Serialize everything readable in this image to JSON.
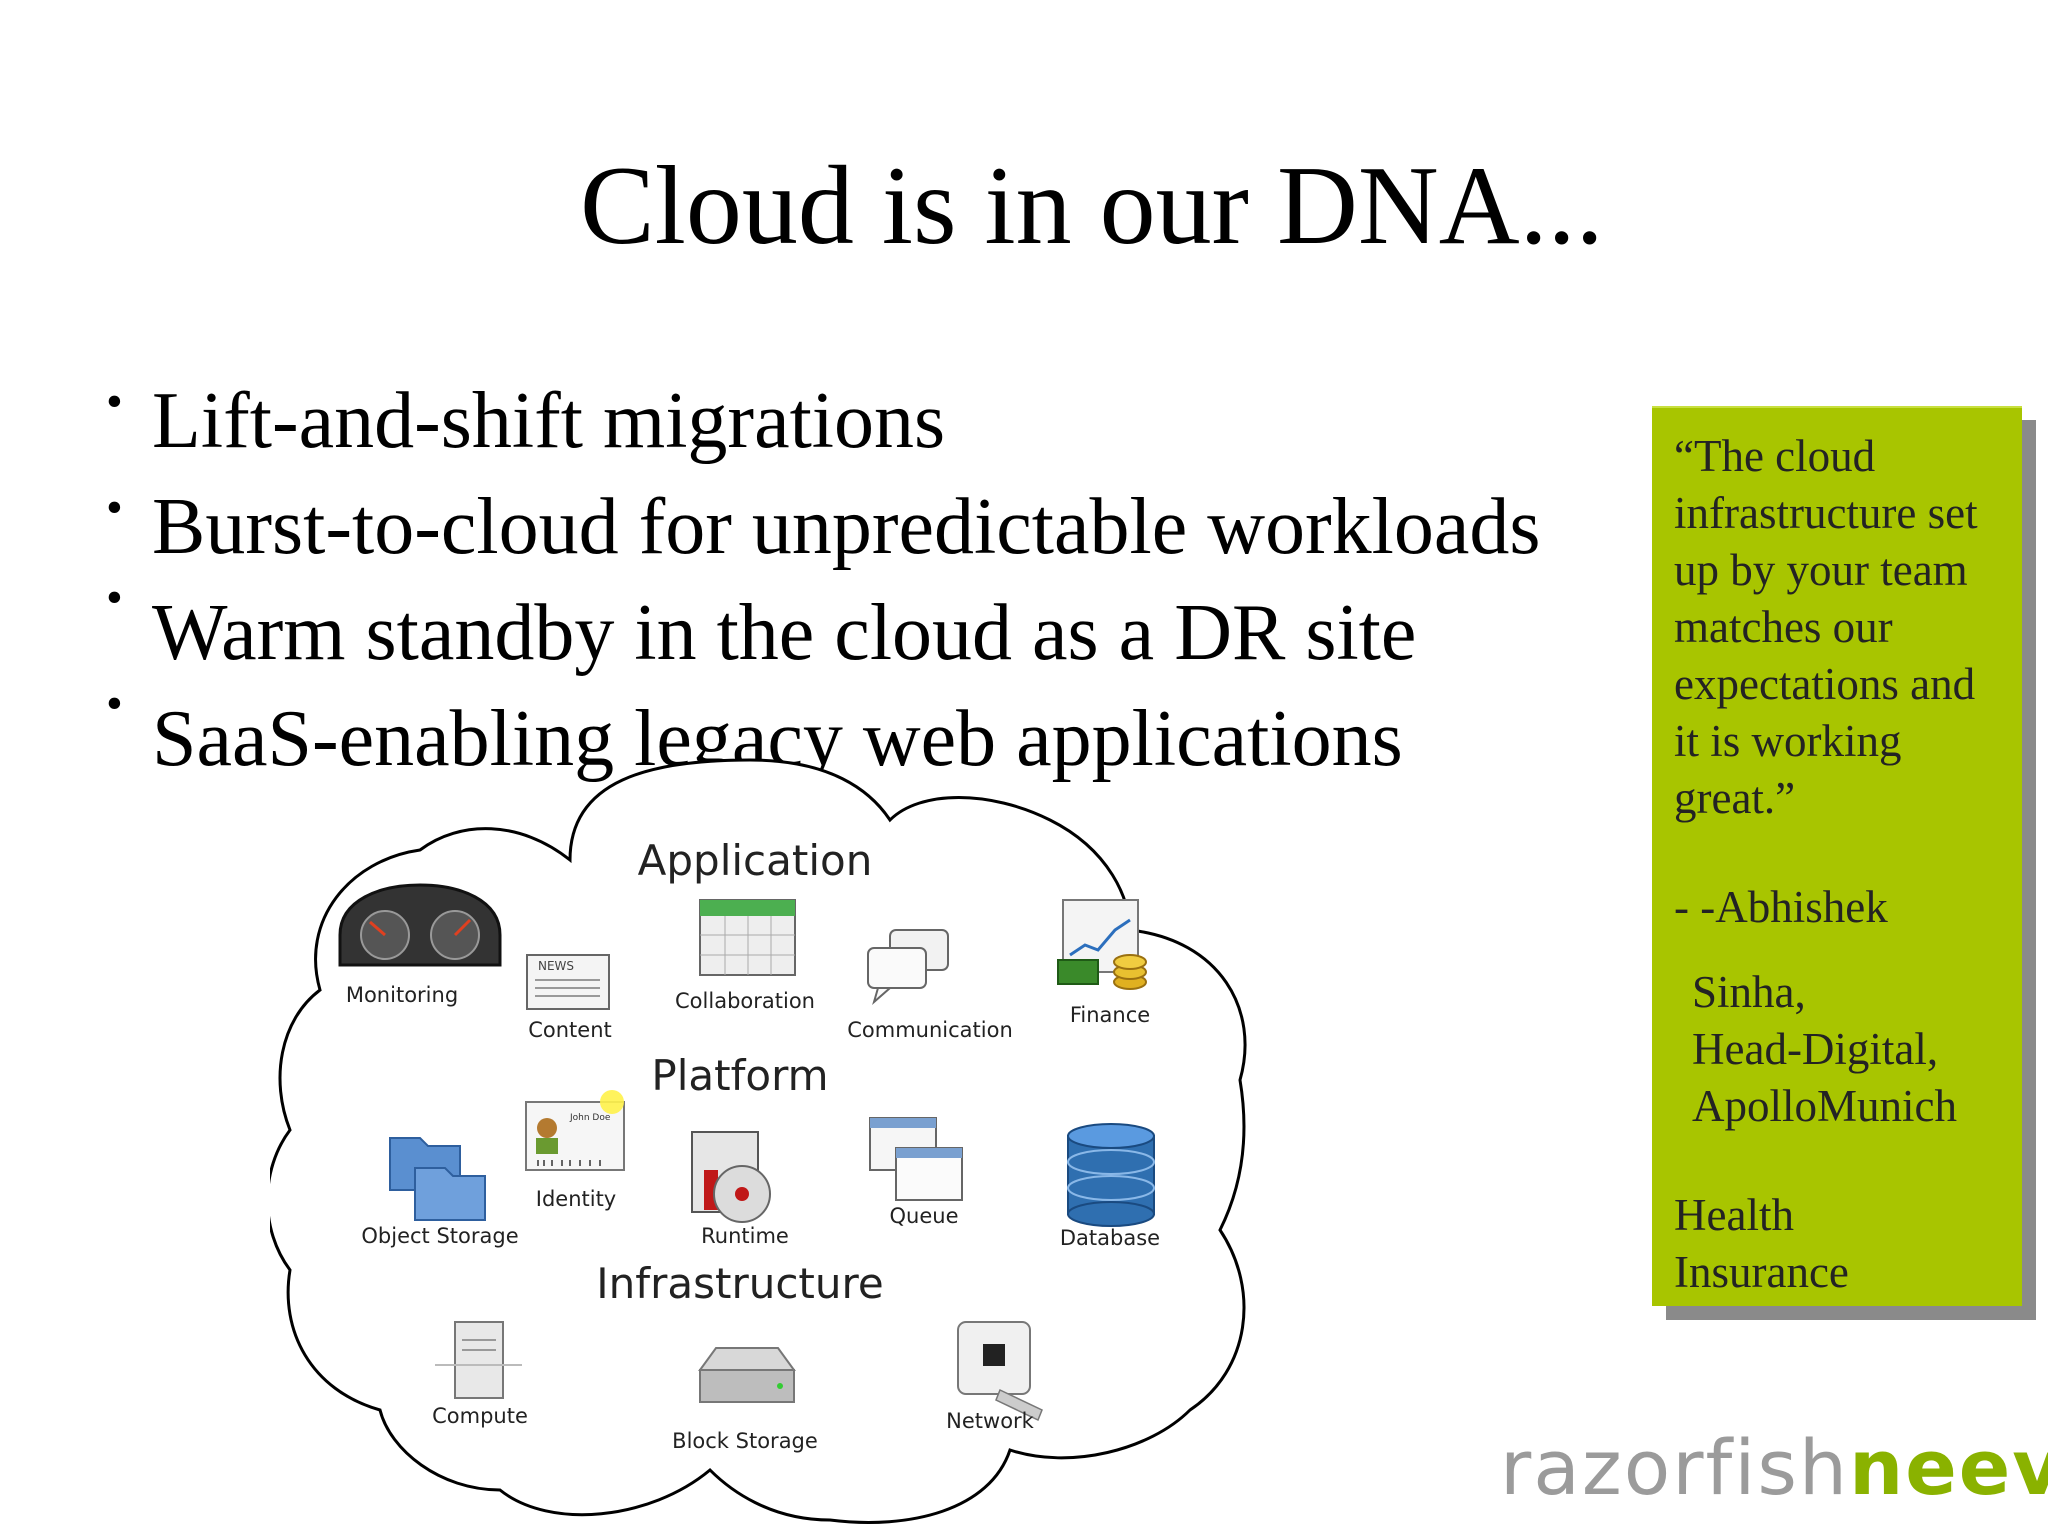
{
  "slide": {
    "title": "Cloud is in our DNA...",
    "bullets": [
      "Lift-and-shift migrations",
      "Burst-to-cloud for unpredictable workloads",
      "Warm standby in the cloud as a DR site",
      "SaaS-enabling legacy web applications"
    ]
  },
  "quote": {
    "text": "“The cloud\ninfrastructure set\nup by your team\nmatches our\nexpectations and\nit is working\ngreat.”",
    "author": "- -Abhishek",
    "role": "Sinha,\nHead-Digital,\nApolloMunich",
    "industry": "Health\n Insurance",
    "bg_color": "#a8c500"
  },
  "diagram": {
    "layers": {
      "application": "Application",
      "platform": "Platform",
      "infrastructure": "Infrastructure"
    },
    "items": {
      "monitoring": "Monitoring",
      "content": "Content",
      "collaboration": "Collaboration",
      "communication": "Communication",
      "finance": "Finance",
      "object_storage": "Object Storage",
      "identity": "Identity",
      "runtime": "Runtime",
      "queue": "Queue",
      "database": "Database",
      "compute": "Compute",
      "block_storage": "Block Storage",
      "network": "Network"
    },
    "news_glyph": "NEWS",
    "id_card_name": "John Doe"
  },
  "logo": {
    "part1": "razorfish",
    "part2": "neev",
    "part1_color": "#9b9b9b",
    "part2_color": "#8ab200"
  }
}
